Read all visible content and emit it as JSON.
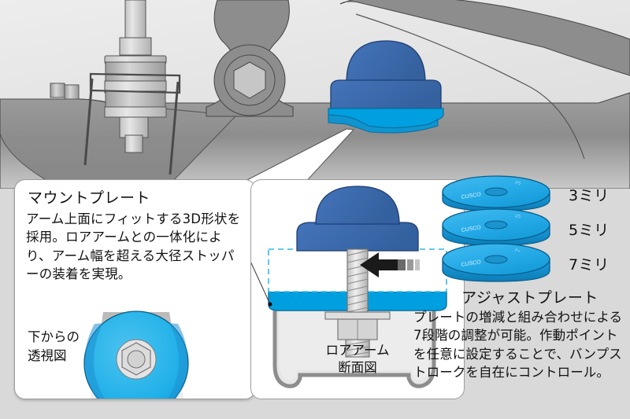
{
  "figure": {
    "title": "マウントプレート / アジャストプレート 解説図",
    "colors": {
      "background": "#d9d9d9",
      "panel_bg": "#ffffff",
      "panel_border": "#9c9c9c",
      "bumper_dark_blue": "#3a69b0",
      "plate_cyan": "#00a0e0",
      "plate_cyan_light": "#35b8ec",
      "metal_gray": "#9a9a9a",
      "metal_light": "#d9d9d9",
      "text": "#111111"
    }
  },
  "mount_panel": {
    "title": "マウントプレート",
    "body": "アーム上面にフィットする3D形状を採用。ロアアームとの一体化により、アーム幅を超える大径ストッパーの装着を実現。",
    "sub_label_line1": "下からの",
    "sub_label_line2": "透視図",
    "disc_name": "bottom-view-disc"
  },
  "cross_section": {
    "label_line1": "ロアアーム",
    "label_line2": "断面図",
    "arrow_name": "stroke-direction-arrow"
  },
  "adjust_plates": {
    "title": "アジャストプレート",
    "body": "プレートの増減と組み合わせによる7段階の調整が可能。作動ポイントを任意に設定することで、バンプストロークを自在にコントロール。",
    "items": [
      {
        "label": "3ミリ",
        "thickness_mm": 3
      },
      {
        "label": "5ミリ",
        "thickness_mm": 5
      },
      {
        "label": "7ミリ",
        "thickness_mm": 7
      }
    ],
    "plate_logo_text": "CUSCO"
  },
  "icons": {
    "arrow": "left-arrow-icon",
    "leader": "leader-line-icon",
    "bracket": "bracket-icon"
  }
}
